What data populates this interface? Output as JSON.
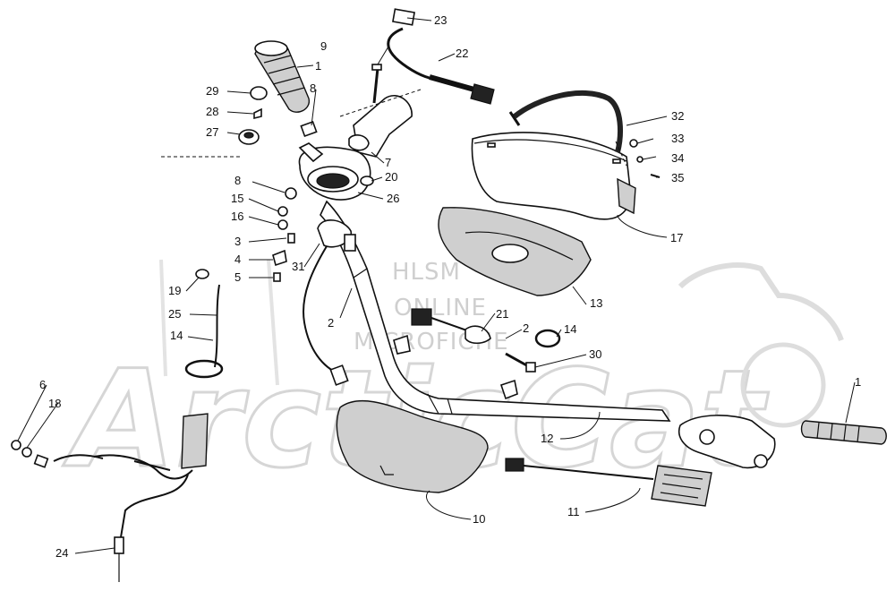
{
  "watermark": {
    "brand": "ArcticCat",
    "line1": "HLSM",
    "line2": "ONLINE",
    "line3": "MICROFICHE"
  },
  "callouts": {
    "c1a": "1",
    "c1b": "1",
    "c2a": "2",
    "c2b": "2",
    "c3": "3",
    "c4": "4",
    "c5": "5",
    "c6": "6",
    "c7": "7",
    "c8a": "8",
    "c8b": "8",
    "c9": "9",
    "c10": "10",
    "c11": "11",
    "c12": "12",
    "c13": "13",
    "c14a": "14",
    "c14b": "14",
    "c15": "15",
    "c16": "16",
    "c17": "17",
    "c18": "18",
    "c19": "19",
    "c20": "20",
    "c21": "21",
    "c22": "22",
    "c23": "23",
    "c24": "24",
    "c25": "25",
    "c26": "26",
    "c27": "27",
    "c28": "28",
    "c29": "29",
    "c30": "30",
    "c31": "31",
    "c32": "32",
    "c33": "33",
    "c34": "34",
    "c35": "35"
  }
}
